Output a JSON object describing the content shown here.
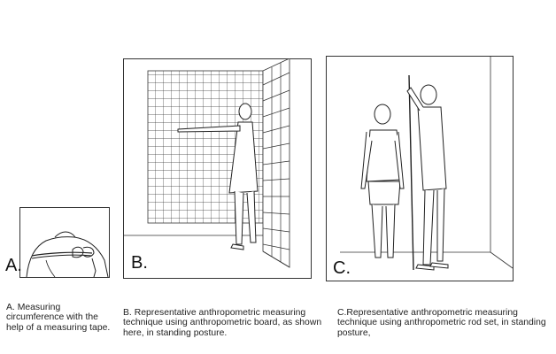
{
  "panels": [
    {
      "letter": "A.",
      "caption": "A. Measuring circumference with the help of a measuring tape.",
      "figure_icon": "measuring-tape-torso-illustration"
    },
    {
      "letter": "B.",
      "caption": "B. Representative anthropometric measuring technique using anthropometric board, as shown here, in standing posture.",
      "figure_icon": "anthropometric-board-illustration"
    },
    {
      "letter": "C.",
      "caption": "C.Representative anthropometric measuring technique using anthropometric rod set, in standing posture,",
      "figure_icon": "anthropometric-rod-illustration"
    }
  ]
}
